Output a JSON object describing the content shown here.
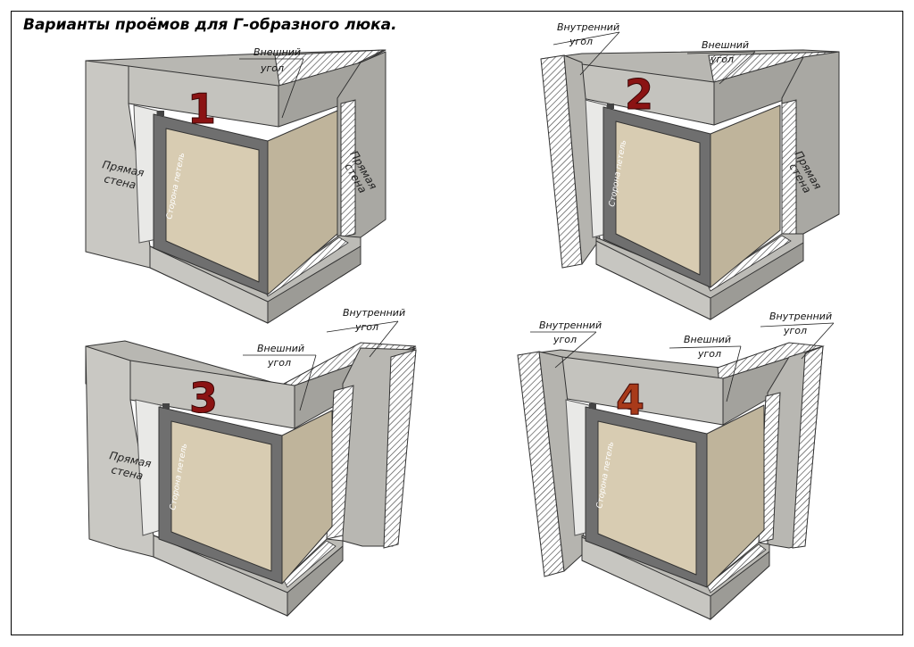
{
  "title": "Варианты проёмов для Г-образного люка.",
  "labels": {
    "outer_corner_1": "Внешний",
    "outer_corner_2": "угол",
    "inner_corner_1": "Внутренний",
    "inner_corner_2": "угол",
    "straight_wall_1": "Прямая",
    "straight_wall_2": "стена",
    "hinge_side": "Сторона петель"
  },
  "variants": [
    {
      "number": "1"
    },
    {
      "number": "2"
    },
    {
      "number": "3"
    },
    {
      "number": "4"
    }
  ],
  "colors": {
    "wall_light": "#c9c8c3",
    "wall_mid": "#aaa9a4",
    "wall_dark": "#8d8c88",
    "frame": "#6f6f6f",
    "panel_front": "#d8ccb2",
    "panel_side": "#bfb49b",
    "number": "#8b1313"
  }
}
